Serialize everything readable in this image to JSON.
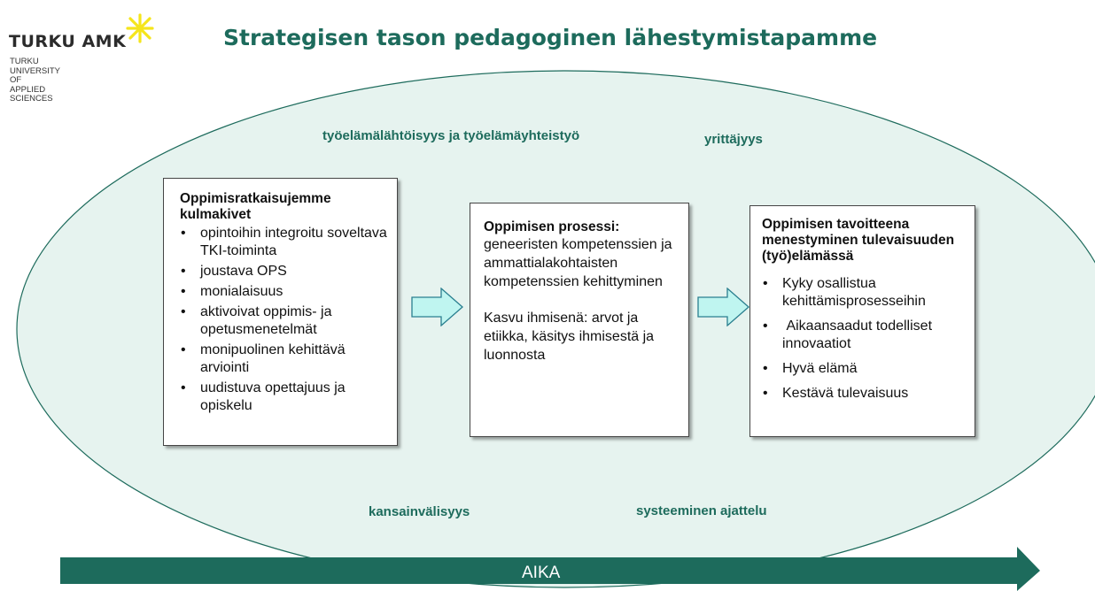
{
  "logo": {
    "name": "TURKU AMK",
    "subtitle": "TURKU UNIVERSITY OF\nAPPLIED SCIENCES",
    "star_color": "#f5e51b"
  },
  "title": "Strategisen tason pedagoginen lähestymistapamme",
  "themes": {
    "top_left": "työelämälähtöisyys ja työelämäyhteistyö",
    "top_right": "yrittäjyys",
    "bottom_left": "kansainvälisyys",
    "bottom_right": "systeeminen ajattelu"
  },
  "box1": {
    "title": "Oppimisratkaisujemme kulmakivet",
    "items": [
      "opintoihin integroitu soveltava TKI-toiminta",
      "joustava OPS",
      "monialaisuus",
      "aktivoivat oppimis- ja opetusmenetelmät",
      "monipuolinen kehittävä arviointi",
      "uudistuva opettajuus ja opiskelu"
    ]
  },
  "box2": {
    "title": "Oppimisen prosessi:",
    "text1": "geneeristen kompetenssien ja ammattialakohtaisten kompetenssien kehittyminen",
    "text2": "Kasvu ihmisenä: arvot ja etiikka, käsitys ihmisestä ja luonnosta"
  },
  "box3": {
    "title": "Oppimisen tavoitteena menestyminen tulevaisuuden (työ)elämässä",
    "items": [
      "Kyky osallistua kehittämisprosesseihin",
      " Aikaansaadut todelliset innovaatiot",
      "Hyvä elämä",
      "Kestävä tulevaisuus"
    ]
  },
  "timeline": {
    "label": "AIKA"
  },
  "colors": {
    "teal_dark": "#1d6b5c",
    "ellipse_fill": "#e6f3ef",
    "arrow_fill": "#bff5f0",
    "timeline": "#1d6b5c"
  }
}
